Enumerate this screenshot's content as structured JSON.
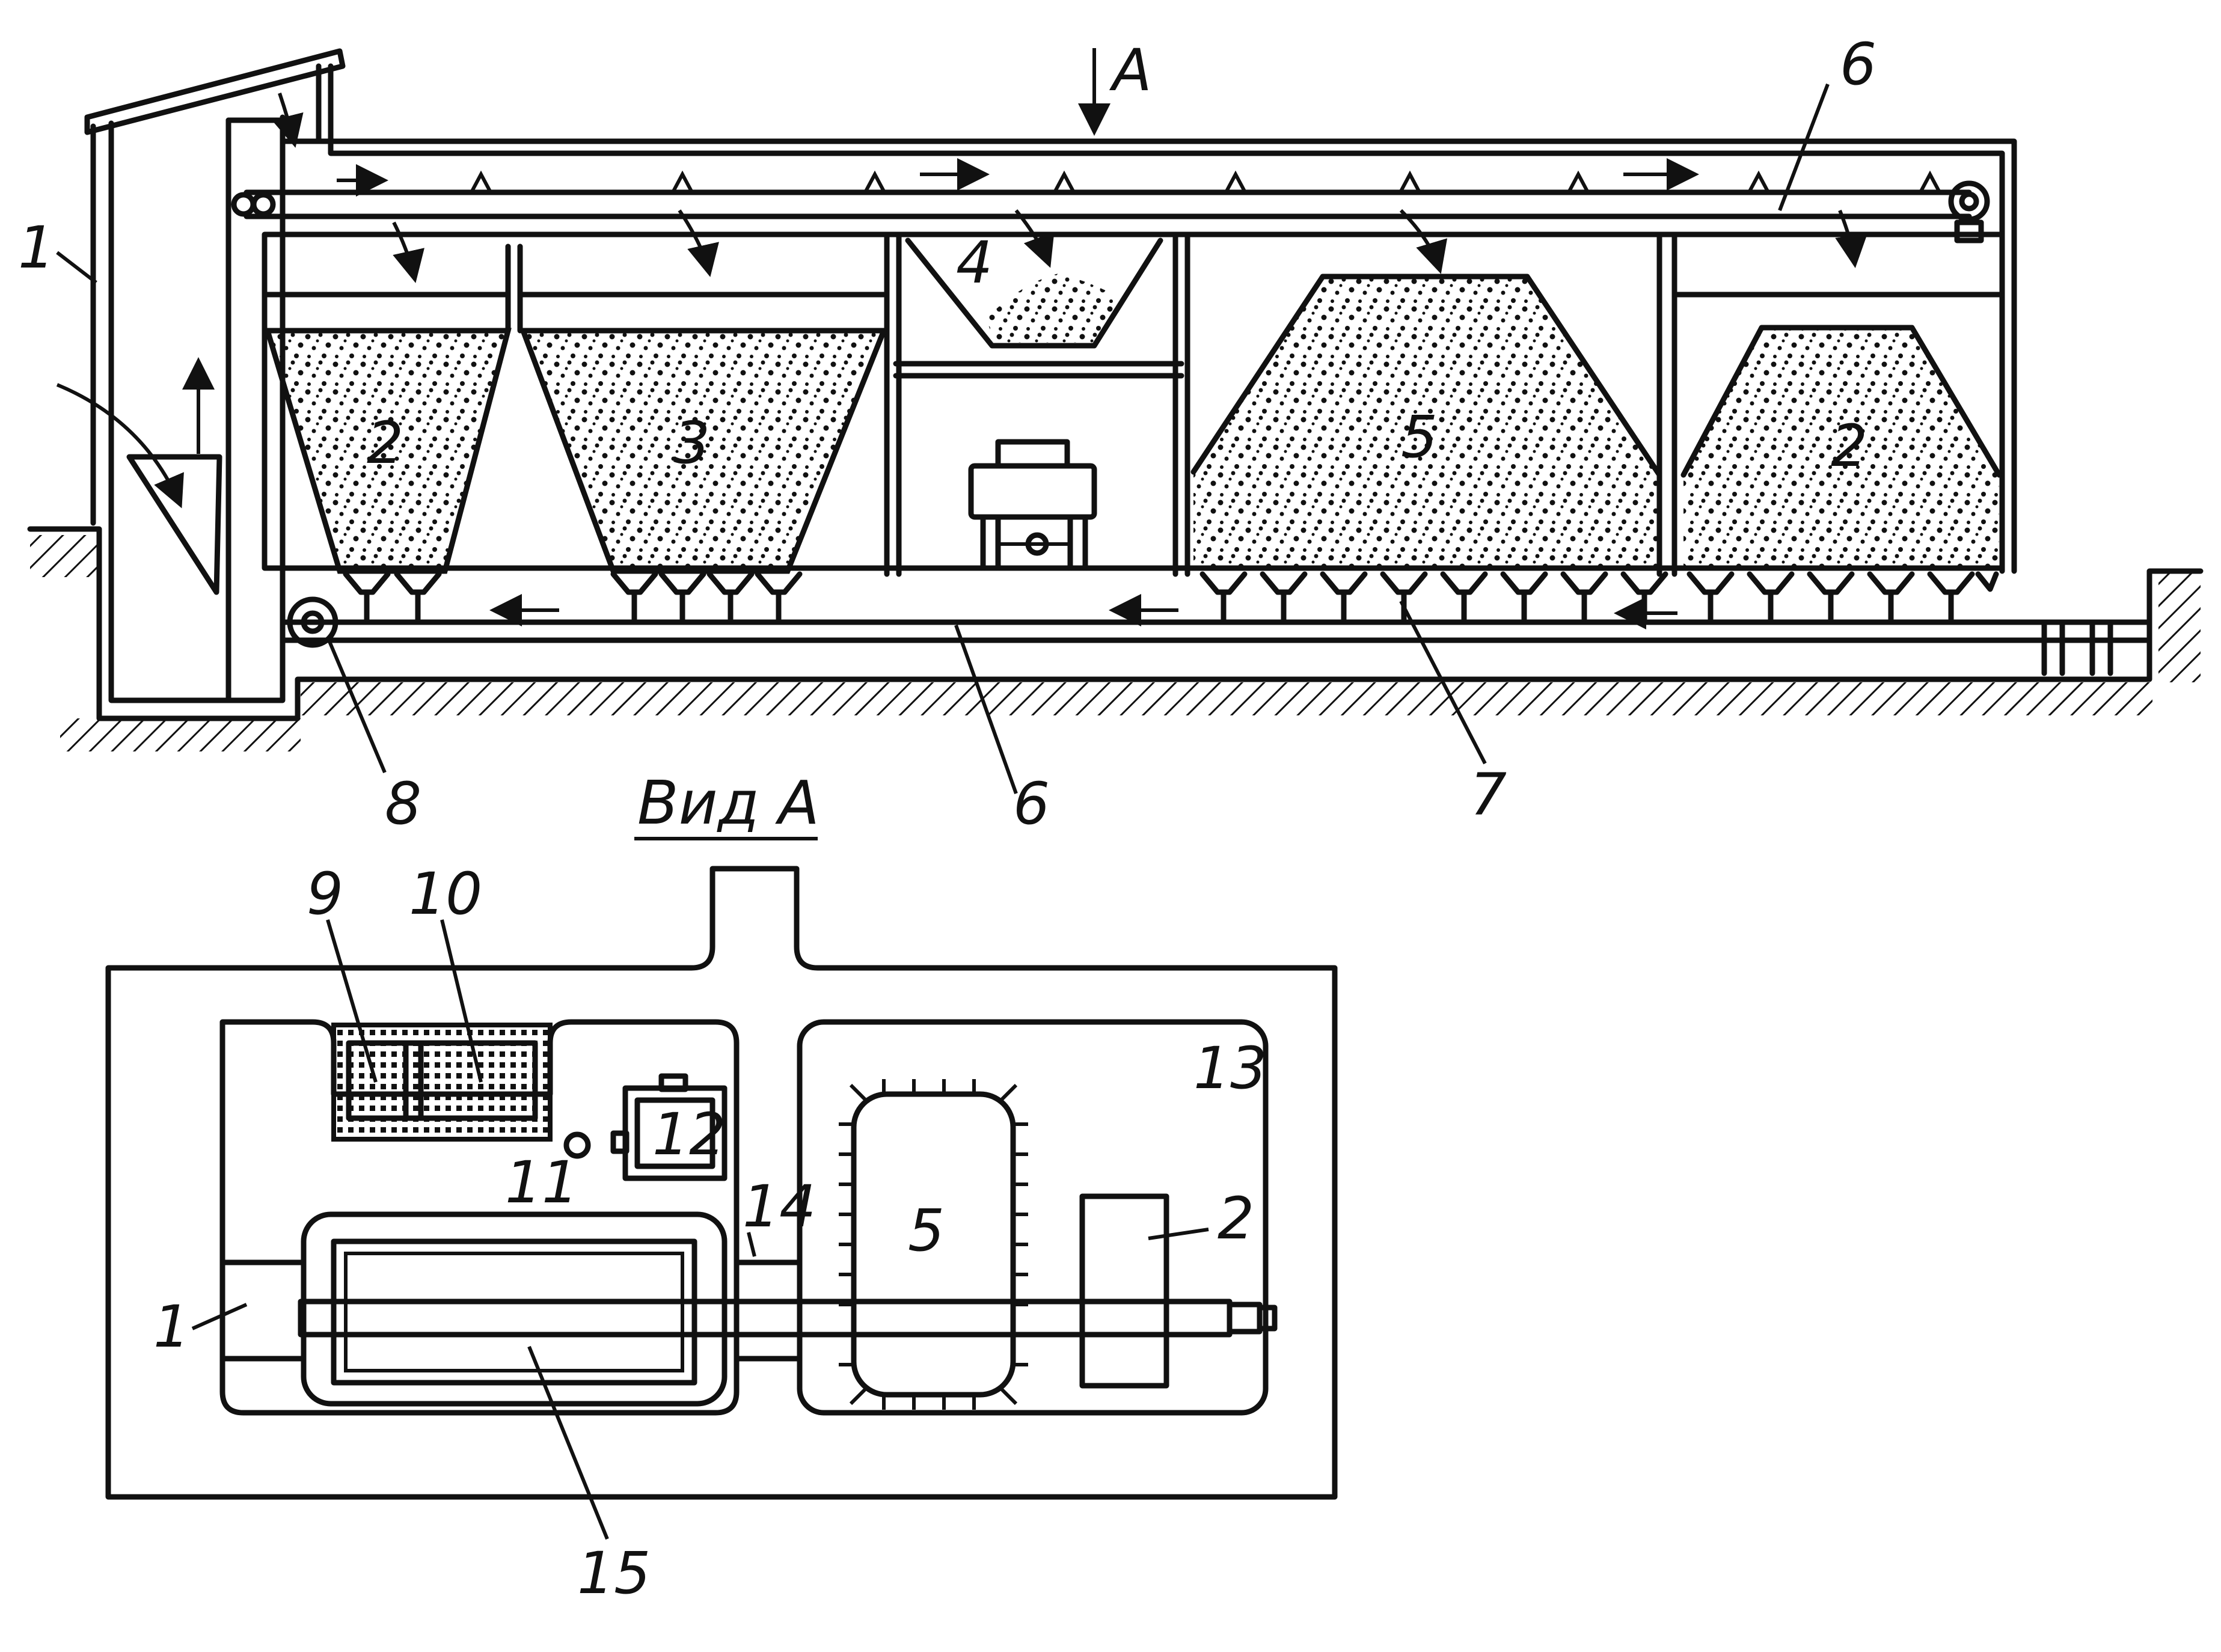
{
  "view_marker": "A",
  "view_title": "Вид А",
  "labels": {
    "n1": "1",
    "n2": "2",
    "n3": "3",
    "n4": "4",
    "n5": "5",
    "n6": "6",
    "n7": "7",
    "n8": "8",
    "n9": "9",
    "n10": "10",
    "n11": "11",
    "n12": "12",
    "n13": "13",
    "n14": "14",
    "n15": "15"
  },
  "colors": {
    "ink": "#111111",
    "paper": "#ffffff"
  }
}
